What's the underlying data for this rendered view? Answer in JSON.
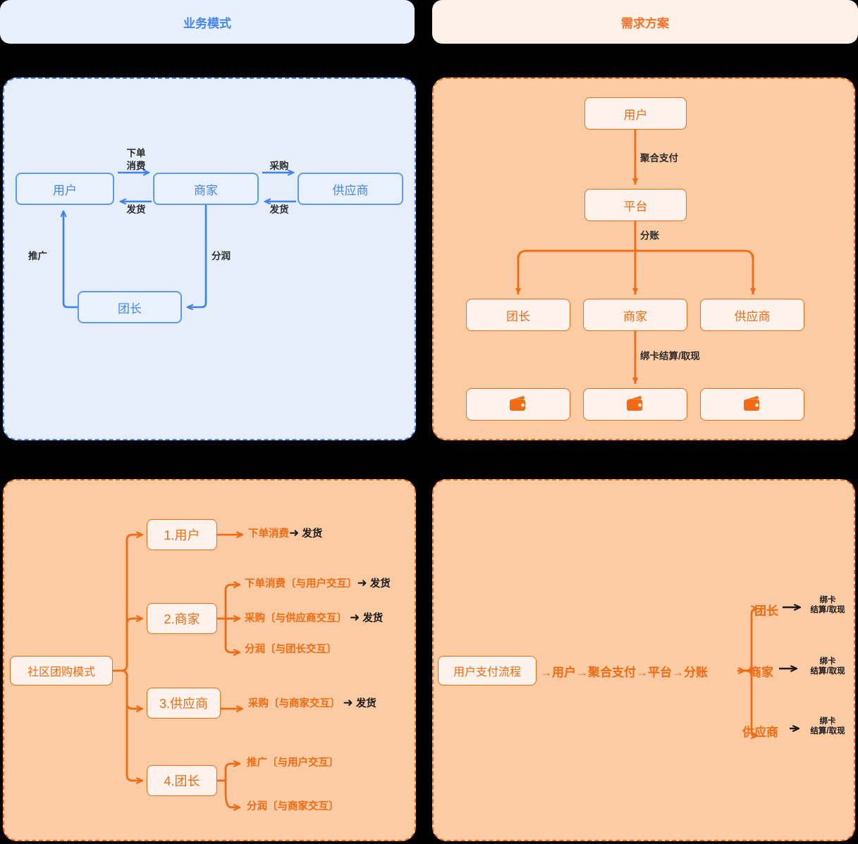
{
  "headers": {
    "left": "业务模式",
    "right": "需求方案"
  },
  "colors": {
    "blue_accent": "#4285F4",
    "blue_panel_bg": "#E6EDFB",
    "orange_accent": "#F26B12",
    "orange_panel_bg": "#FBCBA4",
    "node_bg": "#FDF3EC",
    "label_text": "#2b2b2b"
  },
  "business_model": {
    "nodes": {
      "user": "用户",
      "merchant": "商家",
      "supplier": "供应商",
      "leader": "团长"
    },
    "edges": {
      "order_line1": "下单",
      "order_line2": "消费",
      "deliver_left": "发货",
      "purchase": "采购",
      "deliver_right": "发货",
      "promote": "推广",
      "profit_share": "分润"
    }
  },
  "requirement_plan": {
    "nodes": {
      "user": "用户",
      "platform": "平台",
      "leader": "团长",
      "merchant": "商家",
      "supplier": "供应商"
    },
    "edges": {
      "aggregate_pay": "聚合支付",
      "split_account": "分账",
      "card_settle": "绑卡结算/取现"
    },
    "wallets": [
      {
        "icon": "wallet-icon"
      },
      {
        "icon": "wallet-icon"
      },
      {
        "icon": "wallet-icon"
      }
    ]
  },
  "mindmap_left": {
    "root": "社区团购模式",
    "branches": [
      {
        "title": "1.用户",
        "rows": [
          {
            "parts": [
              {
                "text": "→",
                "color": "orange",
                "type": "arrow"
              },
              {
                "text": "下单消费",
                "color": "orange",
                "type": "text"
              },
              {
                "text": "→",
                "color": "black",
                "type": "arrow"
              },
              {
                "text": "发货",
                "color": "black",
                "type": "text"
              }
            ]
          }
        ]
      },
      {
        "title": "2.商家",
        "rows": [
          {
            "parts": [
              {
                "text": "→",
                "color": "orange",
                "type": "arrow"
              },
              {
                "text": "下单消费〔与用户交互〕",
                "color": "orange",
                "type": "text"
              },
              {
                "text": "→",
                "color": "black",
                "type": "arrow"
              },
              {
                "text": "发货",
                "color": "black",
                "type": "text"
              }
            ]
          },
          {
            "parts": [
              {
                "text": "→",
                "color": "orange",
                "type": "arrow"
              },
              {
                "text": "采购〔与供应商交互〕",
                "color": "orange",
                "type": "text"
              },
              {
                "text": "→",
                "color": "black",
                "type": "arrow"
              },
              {
                "text": "发货",
                "color": "black",
                "type": "text"
              }
            ]
          },
          {
            "parts": [
              {
                "text": "→",
                "color": "orange",
                "type": "arrow"
              },
              {
                "text": "分润〔与团长交互〕",
                "color": "orange",
                "type": "text"
              }
            ]
          }
        ]
      },
      {
        "title": "3.供应商",
        "rows": [
          {
            "parts": [
              {
                "text": "→",
                "color": "orange",
                "type": "arrow"
              },
              {
                "text": "采购〔与商家交互〕",
                "color": "orange",
                "type": "text"
              },
              {
                "text": "→",
                "color": "black",
                "type": "arrow"
              },
              {
                "text": "发货",
                "color": "black",
                "type": "text"
              }
            ]
          }
        ]
      },
      {
        "title": "4.团长",
        "rows": [
          {
            "parts": [
              {
                "text": "→",
                "color": "orange",
                "type": "arrow"
              },
              {
                "text": "推广〔与用户交互〕",
                "color": "orange",
                "type": "text"
              }
            ]
          },
          {
            "parts": [
              {
                "text": "→",
                "color": "orange",
                "type": "arrow"
              },
              {
                "text": "分润〔与商家交互〕",
                "color": "orange",
                "type": "text"
              }
            ]
          }
        ]
      }
    ]
  },
  "mindmap_right": {
    "root": "用户支付流程",
    "chain": "→用户→聚合支付→平台→分账",
    "leaves": [
      {
        "name": "团长",
        "tail_line1": "绑卡",
        "tail_line2": "结算/取现"
      },
      {
        "name": "商家",
        "tail_line1": "绑卡",
        "tail_line2": "结算/取现"
      },
      {
        "name": "供应商",
        "tail_line1": "绑卡",
        "tail_line2": "结算/取现"
      }
    ]
  },
  "labels_bl": {
    "b1r1_a": "下单消费",
    "b1r1_b": "发货",
    "b2r1_a": "下单消费〔与用户交互〕",
    "b2r1_b": "发货",
    "b2r2_a": "采购〔与供应商交互〕",
    "b2r2_b": "发货",
    "b2r3_a": "分润〔与团长交互〕",
    "b3r1_a": "采购〔与商家交互〕",
    "b3r1_b": "发货",
    "b4r1_a": "推广〔与用户交互〕",
    "b4r2_a": "分润〔与商家交互〕"
  }
}
